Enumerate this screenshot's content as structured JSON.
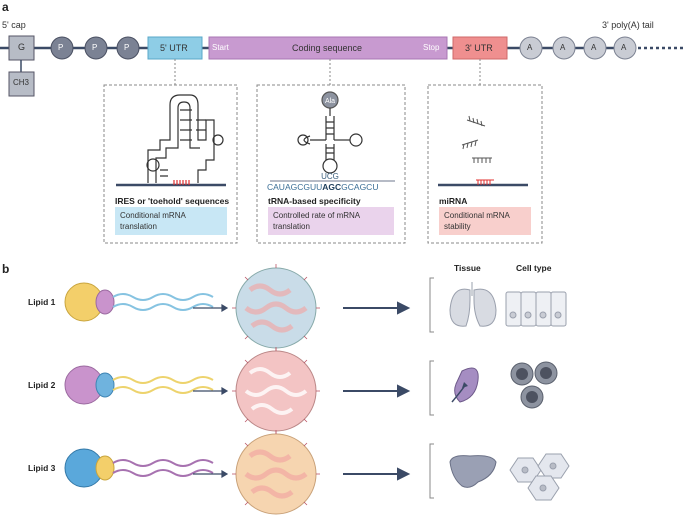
{
  "panel_a": {
    "letter": "a",
    "cap_left": "5' cap",
    "tail_right": "3' poly(A) tail",
    "nucleotide_g": "G",
    "methyl": "CH3",
    "phosphate": "P",
    "utr5": "5' UTR",
    "start": "Start",
    "cds": "Coding sequence",
    "stop": "Stop",
    "utr3": "3' UTR",
    "adenine": "A",
    "boxes": [
      {
        "title": "IRES or 'toehold' sequences",
        "note": "Conditional mRNA translation"
      },
      {
        "title": "tRNA-based specificity",
        "note": "Controlled rate of mRNA translation",
        "amino_acid": "Ala",
        "anticodon": "UCG",
        "sequence_pre": "CAUAGCGUU",
        "codon": "AGC",
        "sequence_post": "GCAGCU"
      },
      {
        "title": "miRNA",
        "note": "Conditional mRNA stability"
      }
    ]
  },
  "panel_b": {
    "letter": "b",
    "col_tissue": "Tissue",
    "col_celltype": "Cell type",
    "lipids": [
      {
        "label": "Lipid 1"
      },
      {
        "label": "Lipid 2"
      },
      {
        "label": "Lipid 3"
      }
    ]
  },
  "colors": {
    "utr5": "#8ecde6",
    "cds": "#c89ad0",
    "utr3": "#ef8f8f",
    "note_blue": "#c8e7f5",
    "note_purple": "#ead3ec",
    "note_pink": "#f8cfcc"
  }
}
